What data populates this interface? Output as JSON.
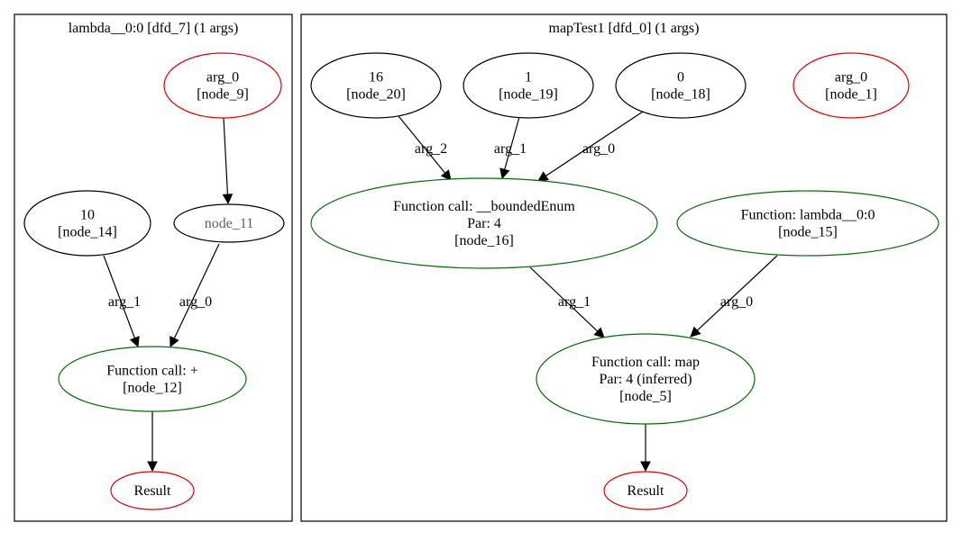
{
  "colors": {
    "default": "#000000",
    "io": "#e00000",
    "call": "#0a6b0a",
    "gray_text": "#606060"
  },
  "clusters": {
    "lambda": {
      "label": "lambda__0:0 [dfd_7] (1 args)"
    },
    "main": {
      "label": "mapTest1 [dfd_0] (1 args)"
    }
  },
  "nodes": {
    "n9": {
      "lines": [
        "arg_0",
        "[node_9]"
      ],
      "kind": "io"
    },
    "n11": {
      "lines": [
        "node_11"
      ],
      "kind": "gray"
    },
    "n14": {
      "lines": [
        "10",
        "[node_14]"
      ],
      "kind": "default"
    },
    "n12": {
      "lines": [
        "Function call: +",
        "[node_12]"
      ],
      "kind": "call"
    },
    "resL": {
      "lines": [
        "Result"
      ],
      "kind": "io"
    },
    "n20": {
      "lines": [
        "16",
        "[node_20]"
      ],
      "kind": "default"
    },
    "n19": {
      "lines": [
        "1",
        "[node_19]"
      ],
      "kind": "default"
    },
    "n18": {
      "lines": [
        "0",
        "[node_18]"
      ],
      "kind": "default"
    },
    "n1": {
      "lines": [
        "arg_0",
        "[node_1]"
      ],
      "kind": "io"
    },
    "n16": {
      "lines": [
        "Function call: __boundedEnum",
        "Par: 4",
        "[node_16]"
      ],
      "kind": "call"
    },
    "n15": {
      "lines": [
        "Function: lambda__0:0",
        "[node_15]"
      ],
      "kind": "call"
    },
    "n5": {
      "lines": [
        "Function call: map",
        "Par: 4 (inferred)",
        "[node_5]"
      ],
      "kind": "call"
    },
    "resR": {
      "lines": [
        "Result"
      ],
      "kind": "io"
    }
  },
  "edges": [
    {
      "id": "e_9_11",
      "label": ""
    },
    {
      "id": "e_14_12",
      "label": "arg_1"
    },
    {
      "id": "e_11_12",
      "label": "arg_0"
    },
    {
      "id": "e_12_resL",
      "label": ""
    },
    {
      "id": "e_20_16",
      "label": "arg_2"
    },
    {
      "id": "e_19_16",
      "label": "arg_1"
    },
    {
      "id": "e_18_16",
      "label": "arg_0"
    },
    {
      "id": "e_16_5",
      "label": "arg_1"
    },
    {
      "id": "e_15_5",
      "label": "arg_0"
    },
    {
      "id": "e_5_resR",
      "label": ""
    }
  ]
}
